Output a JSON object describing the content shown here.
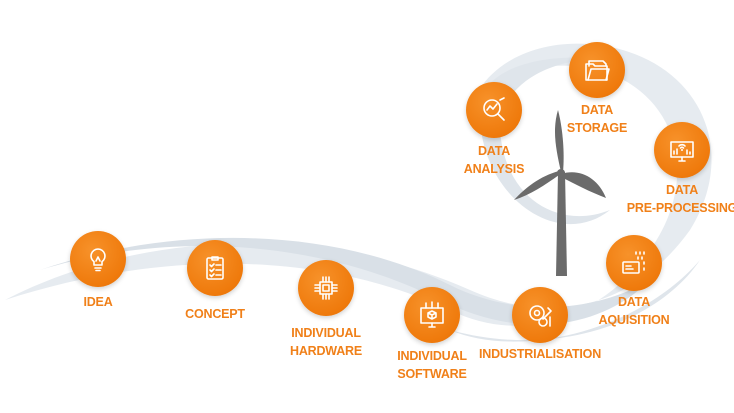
{
  "colors": {
    "accent": "#f08019",
    "swoosh": "#e3e8ee",
    "turbine": "#6b6b6b"
  },
  "steps": [
    {
      "id": "idea",
      "lines": [
        "IDEA"
      ],
      "icon": "lightbulb-icon"
    },
    {
      "id": "concept",
      "lines": [
        "CONCEPT"
      ],
      "icon": "clipboard-checklist-icon"
    },
    {
      "id": "hardware",
      "lines": [
        "INDIVIDUAL",
        "HARDWARE"
      ],
      "icon": "chip-icon"
    },
    {
      "id": "software",
      "lines": [
        "INDIVIDUAL",
        "SOFTWARE"
      ],
      "icon": "monitor-cube-icon"
    },
    {
      "id": "industrialisation",
      "lines": [
        "INDUSTRIALISATION"
      ],
      "icon": "gears-icon"
    },
    {
      "id": "acquisition",
      "lines": [
        "DATA",
        "AQUISITION"
      ],
      "icon": "data-acquisition-icon"
    },
    {
      "id": "preprocessing",
      "lines": [
        "DATA",
        "PRE-PROCESSING"
      ],
      "icon": "monitor-signal-icon"
    },
    {
      "id": "storage",
      "lines": [
        "DATA",
        "STORAGE"
      ],
      "icon": "folder-icon"
    },
    {
      "id": "analysis",
      "lines": [
        "DATA",
        "ANALYSIS"
      ],
      "icon": "magnifier-chart-icon"
    }
  ]
}
